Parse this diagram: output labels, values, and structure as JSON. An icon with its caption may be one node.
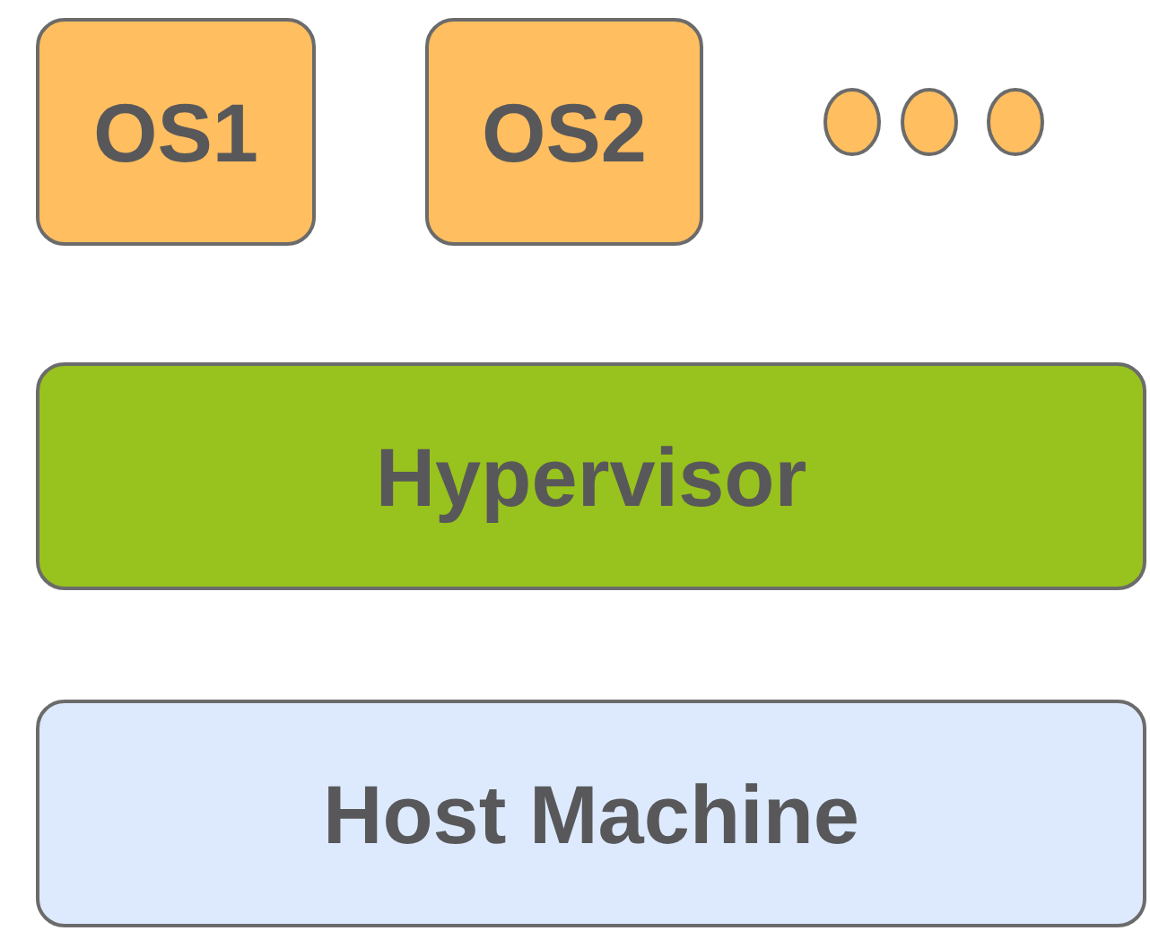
{
  "diagram": {
    "nodes": [
      {
        "text": [
          "OS1"
        ]
      },
      {
        "text": [
          "OS2"
        ]
      },
      {
        "text": [
          "Hypervisor"
        ]
      },
      {
        "text": [
          "Host Machine"
        ]
      }
    ]
  }
}
